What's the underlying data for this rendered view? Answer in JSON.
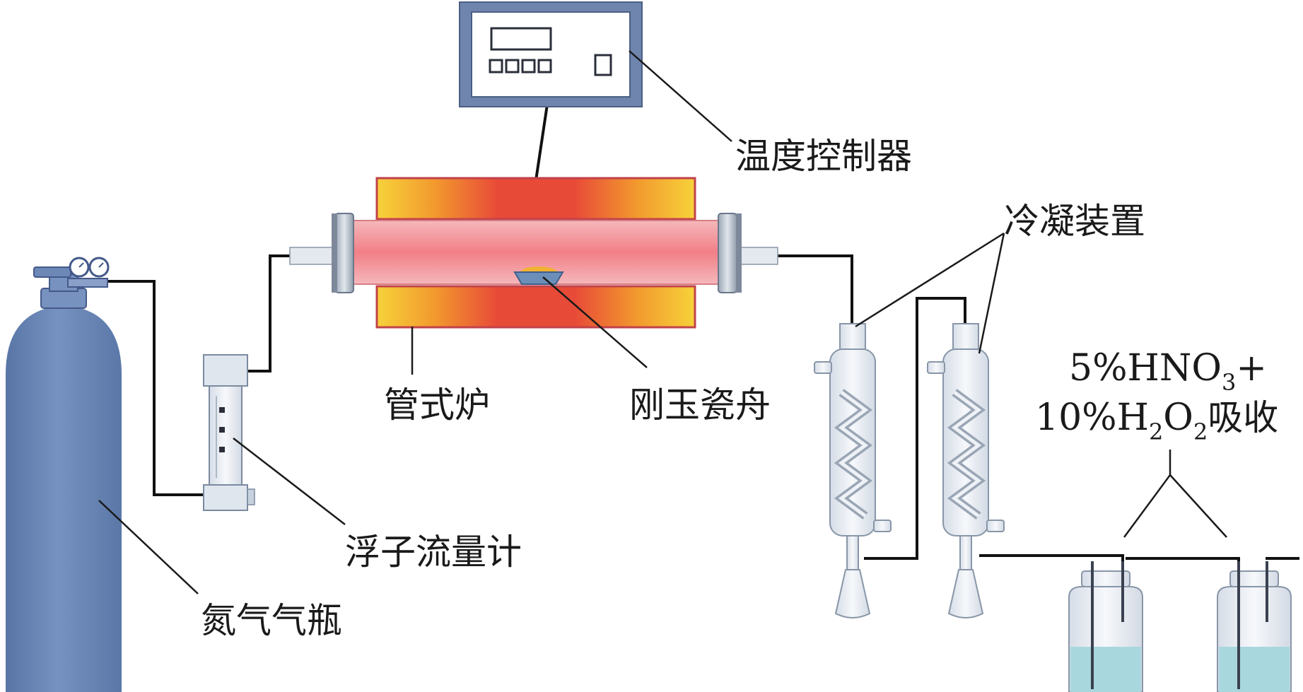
{
  "labels": {
    "temp_controller": "温度控制器",
    "condenser": "冷凝装置",
    "tube_furnace": "管式炉",
    "corundum_boat": "刚玉瓷舟",
    "float_flowmeter": "浮子流量计",
    "nitrogen_cylinder": "氮气气瓶"
  },
  "absorption": {
    "line1_a": "5%HNO",
    "line1_sub": "3",
    "line1_b": "+",
    "line2_a": "10%H",
    "line2_sub1": "2",
    "line2_b": "O",
    "line2_sub2": "2",
    "line2_c": "吸收"
  },
  "colors": {
    "cylinder": "#6a86b4",
    "furnace_hot": "#e43a3a",
    "furnace_warm": "#f6c030",
    "tube": "#f28f95",
    "liquid": "#a9d7de",
    "glass": "#eef2f7",
    "panel": "#6f85ad"
  }
}
